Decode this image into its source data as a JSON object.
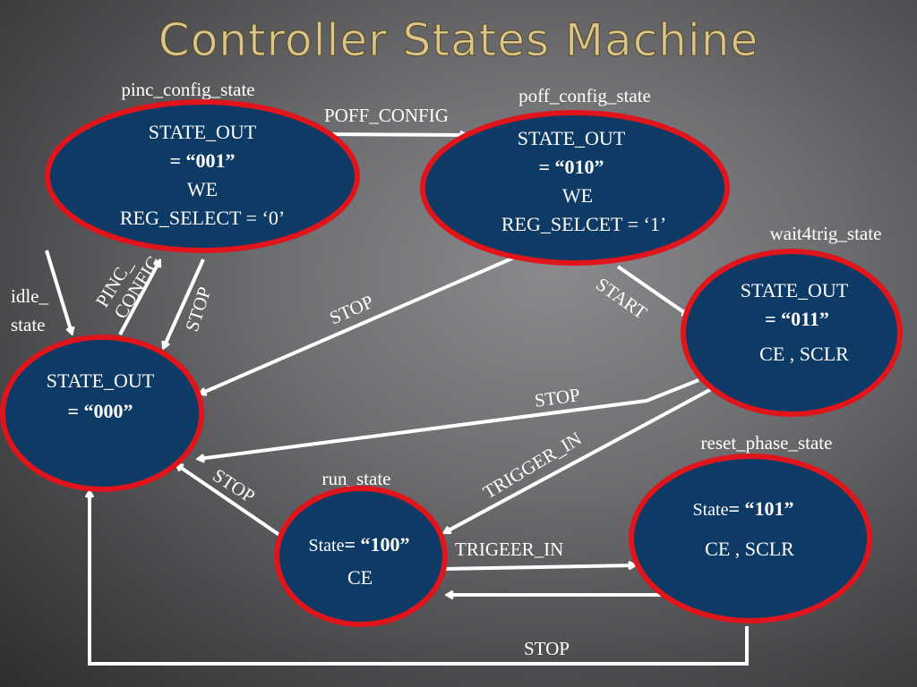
{
  "title": "Controller States Machine",
  "states": {
    "idle": {
      "name": "idle_ state",
      "name_line1": "idle_",
      "name_line2": "state",
      "lines": [
        "STATE_OUT",
        "= “000”"
      ]
    },
    "pinc": {
      "name": "pinc_config_state",
      "lines": [
        "STATE_OUT",
        "= “001”",
        "WE",
        "REG_SELECT = ‘0’"
      ]
    },
    "poff": {
      "name": "poff_config_state",
      "lines": [
        "STATE_OUT",
        "= “010”",
        "WE",
        "REG_SELCET = ‘1’"
      ]
    },
    "wait4trig": {
      "name": "wait4trig_state",
      "lines": [
        "STATE_OUT",
        "= “011”",
        "CE  , SCLR"
      ]
    },
    "run": {
      "name": "run_state",
      "state_prefix": "State",
      "state_value": "= “100”",
      "lines": [
        "CE"
      ]
    },
    "reset_phase": {
      "name": "reset_phase_state",
      "state_prefix": "State",
      "state_value": "= “101”",
      "lines": [
        "CE  , SCLR"
      ]
    }
  },
  "transitions": {
    "poff_config": "POFF_CONFIG",
    "pinc_config": "PINC_CONFIG",
    "pinc_config_line1": "PINC_",
    "pinc_config_line2": "CONFIG",
    "stop_pinc": "STOP",
    "stop_poff": "STOP",
    "start": "START",
    "stop_wait": "STOP",
    "trigger_in": "TRIGGER_IN",
    "stop_run": "STOP",
    "trigeer_in": "TRIGEER_IN",
    "stop_reset": "STOP"
  }
}
